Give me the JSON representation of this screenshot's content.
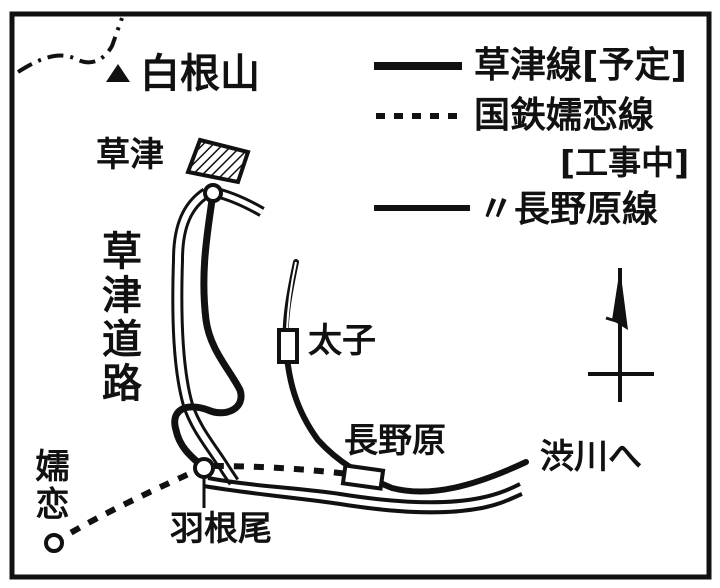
{
  "map": {
    "colors": {
      "ink": "#111111",
      "paper": "#ffffff"
    },
    "labels": {
      "mountain": "白根山",
      "kusatsu": "草津",
      "road": "草津道路",
      "tako": "太子",
      "naganohara": "長野原",
      "shibukawa": "渋川へ",
      "agatsuma": "嬬恋",
      "haneo": "羽根尾"
    },
    "legend": {
      "kusatsu_line": "草津線[予定]",
      "jnr_line": "国鉄嬬恋線",
      "jnr_note": "[工事中]",
      "naganohara_line": "〃長野原線"
    },
    "icons": {
      "mountain": "triangle-icon",
      "north_arrow": "north-arrow-icon",
      "station": "station-circle-icon"
    }
  }
}
